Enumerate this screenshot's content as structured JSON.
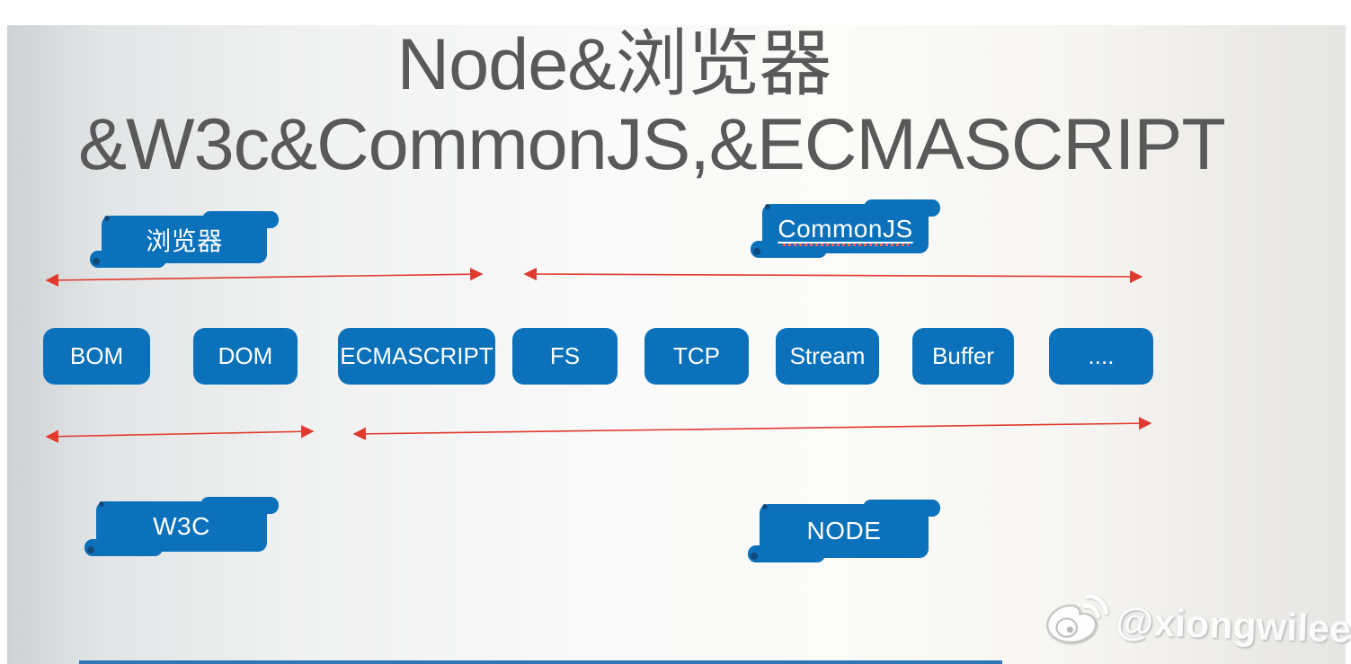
{
  "title": {
    "line1": "Node&浏览器",
    "line2": "&W3c&CommonJS,&ECMASCRIPT"
  },
  "badges": {
    "browser": "浏览器",
    "commonjs": "CommonJS",
    "w3c": "W3C",
    "node": "NODE"
  },
  "modules": [
    "BOM",
    "DOM",
    "ECMASCRIPT",
    "FS",
    "TCP",
    "Stream",
    "Buffer",
    "...."
  ],
  "watermark": {
    "handle": "@xiongwilee",
    "icon": "weibo-icon"
  },
  "colors": {
    "accent_blue": "#0b71ba",
    "arrow_red": "#e03a2f",
    "title_gray": "#595959"
  }
}
